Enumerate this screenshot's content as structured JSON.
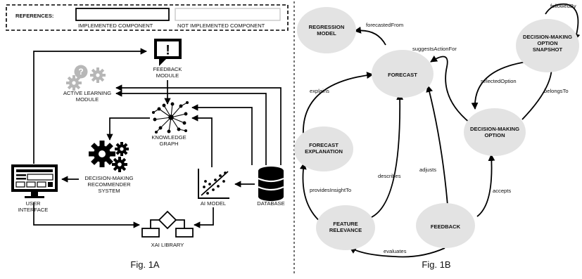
{
  "legend": {
    "title": "REFERENCES:",
    "implemented": "IMPLEMENTED COMPONENT",
    "not_implemented": "NOT IMPLEMENTED COMPONENT"
  },
  "fig1a": {
    "caption": "Fig. 1A",
    "feedback_module": [
      "FEEDBACK",
      "MODULE"
    ],
    "active_learning": [
      "ACTIVE LEARNING",
      "MODULE"
    ],
    "knowledge_graph": [
      "KNOWLEDGE",
      "GRAPH"
    ],
    "recommender": [
      "DECISION-MAKING",
      "RECOMMENDER",
      "SYSTEM"
    ],
    "user_interface": [
      "USER",
      "INTERFACE"
    ],
    "ai_model": "AI MODEL",
    "database": "DATABASE",
    "xai_library": "XAI LIBRARY",
    "feedback_glyph": "!"
  },
  "fig1b": {
    "caption": "Fig. 1B",
    "nodes": {
      "regression_model": [
        "REGRESSION",
        "MODEL"
      ],
      "forecast": [
        "FORECAST"
      ],
      "snapshot": [
        "DECISION-MAKING",
        "OPTION",
        "SNAPSHOT"
      ],
      "forecast_explanation": [
        "FORECAST",
        "EXPLANATION"
      ],
      "dm_option": [
        "DECISION-MAKING",
        "OPTION"
      ],
      "feature_relevance": [
        "FEATURE",
        "RELEVANCE"
      ],
      "feedback": [
        "FEEDBACK"
      ]
    },
    "edges": {
      "forecastedFrom": "forecastedFrom",
      "suggestsActionFor": "suggestsActionFor",
      "followedBy": "followedBy",
      "selectedOption": "selectedOption",
      "belongsTo": "belongsTo",
      "explains": "explains",
      "describes": "describes",
      "adjusts": "adjusts",
      "providesInsightTo": "providesInsightTo",
      "accepts": "accepts",
      "evaluates": "evaluates"
    }
  }
}
